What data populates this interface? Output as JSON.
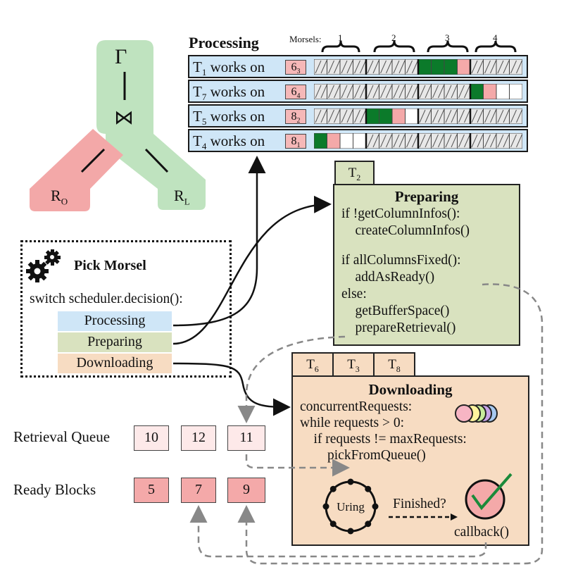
{
  "plan": {
    "root_symbol": "Γ",
    "join_symbol": "⋈",
    "left_relation": "R",
    "left_sub": "O",
    "right_relation": "R",
    "right_sub": "L",
    "colors": {
      "green_branch": "#bfe3bf",
      "red_branch": "#f3a8a8"
    }
  },
  "processing": {
    "title": "Processing",
    "morsels_label": "Morsels:",
    "morsel_numbers": [
      "1",
      "2",
      "3",
      "4"
    ],
    "rows": [
      {
        "thread": "T",
        "thread_sub": "1",
        "verb": "works on",
        "morsel": "6",
        "morsel_sub": "3"
      },
      {
        "thread": "T",
        "thread_sub": "7",
        "verb": "works on",
        "morsel": "6",
        "morsel_sub": "4"
      },
      {
        "thread": "T",
        "thread_sub": "5",
        "verb": "works on",
        "morsel": "8",
        "morsel_sub": "2"
      },
      {
        "thread": "T",
        "thread_sub": "4",
        "verb": "works on",
        "morsel": "8",
        "morsel_sub": "1"
      }
    ]
  },
  "preparing": {
    "tab_thread": "T",
    "tab_sub": "2",
    "title": "Preparing",
    "lines": [
      "if !getColumnInfos():",
      "    createColumnInfos()",
      "",
      "if allColumnsFixed():",
      "    addAsReady()",
      "else:",
      "    getBufferSpace()",
      "    prepareRetrieval()"
    ]
  },
  "pick_morsel": {
    "title": "Pick Morsel",
    "switch_line": "switch scheduler.decision():",
    "options": [
      "Processing",
      "Preparing",
      "Downloading"
    ]
  },
  "downloading": {
    "tabs": [
      {
        "thread": "T",
        "sub": "6"
      },
      {
        "thread": "T",
        "sub": "3"
      },
      {
        "thread": "T",
        "sub": "8"
      }
    ],
    "title": "Downloading",
    "lines": [
      "concurrentRequests:",
      "while requests > 0:",
      "    if requests != maxRequests:",
      "        pickFromQueue()"
    ],
    "uring_label": "Uring",
    "finished_label": "Finished?",
    "callback_label": "callback()"
  },
  "retrieval_queue": {
    "label": "Retrieval Queue",
    "items": [
      "10",
      "12",
      "11"
    ]
  },
  "ready_blocks": {
    "label": "Ready Blocks",
    "items": [
      "5",
      "7",
      "9"
    ]
  },
  "colors": {
    "processing_bg": "#cfe6f7",
    "preparing_bg": "#d9e2bf",
    "downloading_bg": "#f7dcc2",
    "done_green": "#0b7a2a",
    "current_pink": "#f4a9a9",
    "queue_bg": "#fde9e9",
    "ready_bg": "#f4a9a9"
  }
}
